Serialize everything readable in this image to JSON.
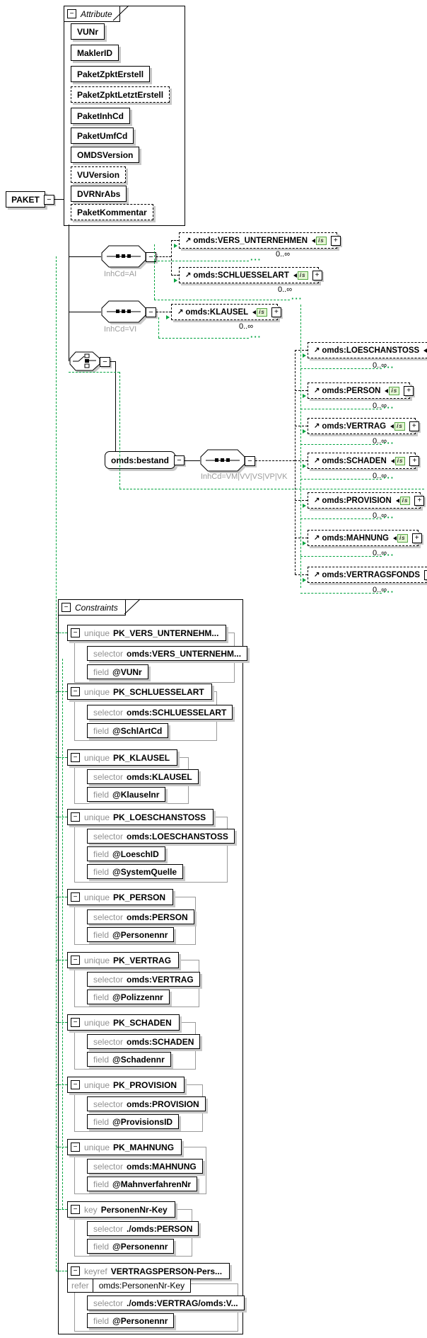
{
  "root": {
    "label": "PAKET"
  },
  "attributes": {
    "tab": "Attribute",
    "items": [
      {
        "label": "VUNr"
      },
      {
        "label": "MaklerID"
      },
      {
        "label": "PaketZpktErstell"
      },
      {
        "label": "PaketZpktLetztErstell"
      },
      {
        "label": "PaketInhCd"
      },
      {
        "label": "PaketUmfCd"
      },
      {
        "label": "OMDSVersion"
      },
      {
        "label": "VUVersion"
      },
      {
        "label": "DVRNrAbs"
      },
      {
        "label": "PaketKommentar"
      }
    ]
  },
  "compositors": {
    "seq_ai_label": "InhCd=AI",
    "seq_vi_label": "InhCd=VI",
    "seq_bestand_label": "InhCd=VM|VV|VS|VP|VK"
  },
  "badges": {
    "ref_arrow": "↗",
    "is_badge": "is",
    "plus": "+",
    "minus": "−"
  },
  "elements": {
    "ai_children": [
      {
        "label": "omds:VERS_UNTERNEHMEN",
        "occurs": "0..∞"
      },
      {
        "label": "omds:SCHLUESSELART",
        "occurs": "0..∞"
      }
    ],
    "vi_children": [
      {
        "label": "omds:KLAUSEL",
        "occurs": "0..∞"
      }
    ],
    "bestand": {
      "label": "omds:bestand"
    },
    "bestand_children": [
      {
        "label": "omds:LOESCHANSTOSS",
        "occurs": "0..∞"
      },
      {
        "label": "omds:PERSON",
        "occurs": "0..∞"
      },
      {
        "label": "omds:VERTRAG",
        "occurs": "0..∞"
      },
      {
        "label": "omds:SCHADEN",
        "occurs": "0..∞"
      },
      {
        "label": "omds:PROVISION",
        "occurs": "0..∞"
      },
      {
        "label": "omds:MAHNUNG",
        "occurs": "0..∞"
      },
      {
        "label": "omds:VERTRAGSFONDS",
        "occurs": "0..∞"
      }
    ]
  },
  "constraints": {
    "tab": "Constraints",
    "keywords": {
      "selector": "selector",
      "field": "field",
      "refer": "refer"
    },
    "groups": [
      {
        "kind": "unique",
        "name": "PK_VERS_UNTERNEHM...",
        "selector": "omds:VERS_UNTERNEHM...",
        "fields": [
          "@VUNr"
        ]
      },
      {
        "kind": "unique",
        "name": "PK_SCHLUESSELART",
        "selector": "omds:SCHLUESSELART",
        "fields": [
          "@SchlArtCd"
        ]
      },
      {
        "kind": "unique",
        "name": "PK_KLAUSEL",
        "selector": "omds:KLAUSEL",
        "fields": [
          "@Klauselnr"
        ]
      },
      {
        "kind": "unique",
        "name": "PK_LOESCHANSTOSS",
        "selector": "omds:LOESCHANSTOSS",
        "fields": [
          "@LoeschID",
          "@SystemQuelle"
        ]
      },
      {
        "kind": "unique",
        "name": "PK_PERSON",
        "selector": "omds:PERSON",
        "fields": [
          "@Personennr"
        ]
      },
      {
        "kind": "unique",
        "name": "PK_VERTRAG",
        "selector": "omds:VERTRAG",
        "fields": [
          "@Polizzennr"
        ]
      },
      {
        "kind": "unique",
        "name": "PK_SCHADEN",
        "selector": "omds:SCHADEN",
        "fields": [
          "@Schadennr"
        ]
      },
      {
        "kind": "unique",
        "name": "PK_PROVISION",
        "selector": "omds:PROVISION",
        "fields": [
          "@ProvisionsID"
        ]
      },
      {
        "kind": "unique",
        "name": "PK_MAHNUNG",
        "selector": "omds:MAHNUNG",
        "fields": [
          "@MahnverfahrenNr"
        ]
      },
      {
        "kind": "key",
        "name": "PersonenNr-Key",
        "selector": "./omds:PERSON",
        "fields": [
          "@Personennr"
        ]
      },
      {
        "kind": "keyref",
        "name": "VERTRAGSPERSON-Pers...",
        "refer": "omds:PersonenNr-Key",
        "selector": "./omds:VERTRAG/omds:V...",
        "fields": [
          "@Personennr"
        ]
      }
    ]
  },
  "colors": {
    "constraint_green": "#00a33e",
    "shadow_gray": "#c8c8c8",
    "badge_green_bg": "#e4f6d2"
  }
}
